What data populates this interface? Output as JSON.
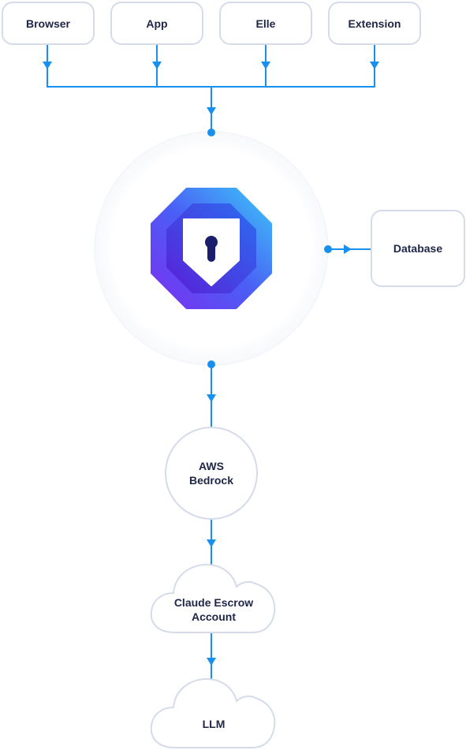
{
  "diagram": {
    "clients": [
      {
        "label": "Browser"
      },
      {
        "label": "App"
      },
      {
        "label": "Elle"
      },
      {
        "label": "Extension"
      }
    ],
    "hub": {
      "icon": "shield-keyhole-logo-icon"
    },
    "database": {
      "label": "Database"
    },
    "bedrock": {
      "label": "AWS\nBedrock"
    },
    "escrow": {
      "label": "Claude Escrow\nAccount"
    },
    "llm": {
      "label": "LLM"
    },
    "colors": {
      "connector": "#1890f0",
      "node_border": "#d5dbea",
      "text": "#1e2647",
      "logo_gradient_start": "#7a2ff0",
      "logo_gradient_mid": "#4a5ff5",
      "logo_gradient_end": "#3cc8f8",
      "logo_dark": "#1b1f6b"
    }
  }
}
